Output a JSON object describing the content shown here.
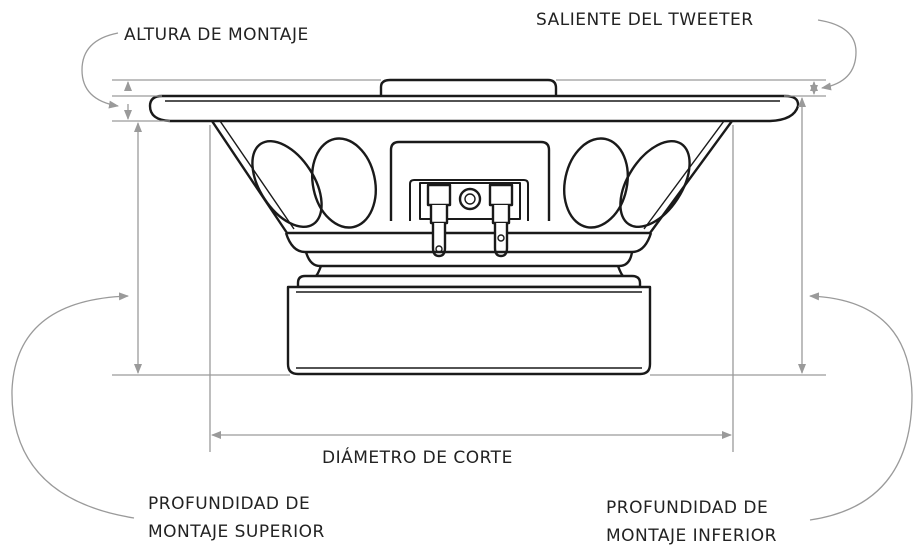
{
  "labels": {
    "mounting_height": "ALTURA DE MONTAJE",
    "tweeter_protrusion": "SALIENTE DEL TWEETER",
    "cutout_diameter": "DIÁMETRO DE CORTE",
    "top_mount_depth_line1": "PROFUNDIDAD DE",
    "top_mount_depth_line2": "MONTAJE SUPERIOR",
    "bottom_mount_depth_line1": "PROFUNDIDAD DE",
    "bottom_mount_depth_line2": "MONTAJE INFERIOR"
  },
  "colors": {
    "outline": "#1a1a1a",
    "dimension": "#9a9a9a",
    "text": "#222222"
  }
}
